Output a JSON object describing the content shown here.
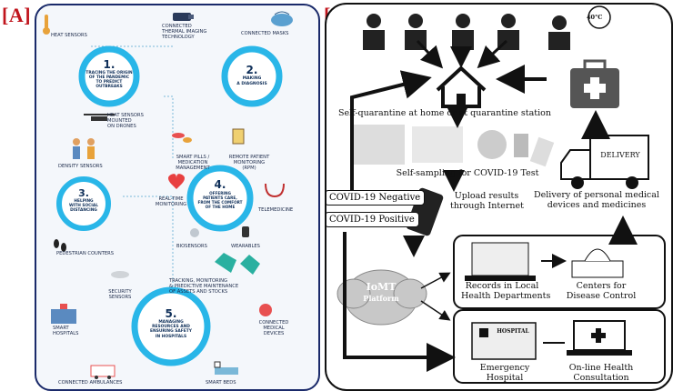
{
  "panel_a": {
    "tag": "[A]",
    "heat_sensors": "Heat sensors",
    "thermal": [
      "Connected",
      "thermal imaging",
      "technology"
    ],
    "connected_masks": "Connected masks",
    "c1": {
      "num": "1.",
      "lines": [
        "Tracing the origin",
        "of the pandemic",
        "to predict",
        "outbreaks"
      ]
    },
    "c2": {
      "num": "2.",
      "lines": [
        "Making",
        "a diagnosis"
      ]
    },
    "drones": [
      "Heat sensors",
      "mounted",
      "on drones"
    ],
    "density": "Density sensors",
    "smart_pills": [
      "Smart pills /",
      "medication",
      "management"
    ],
    "rpm": [
      "Remote patient",
      "monitoring",
      "(RPM)"
    ],
    "c3": {
      "num": "3.",
      "lines": [
        "Helping",
        "with social",
        "distancing"
      ]
    },
    "c4": {
      "num": "4.",
      "lines": [
        "Offering",
        "patients care,",
        "from the comfort",
        "of the home"
      ]
    },
    "realtime": [
      "Real-time",
      "monitoring"
    ],
    "telemedicine": "Telemedicine",
    "pedestrian": "Pedestrian counters",
    "biosensors": "Biosensors",
    "wearables": "Wearables",
    "security": [
      "Security",
      "sensors"
    ],
    "tracking": [
      "Tracking, monitoring",
      "& predictive maintenance",
      "of assets and stocks"
    ],
    "c5": {
      "num": "5.",
      "lines": [
        "Managing",
        "resources and",
        "ensuring safety",
        "in hospitals"
      ]
    },
    "smart_hospitals": [
      "Smart",
      "hospitals"
    ],
    "connected_devices": [
      "Connected",
      "medical",
      "devices"
    ],
    "ambulances": "Connected ambulances",
    "smart_beds": "Smart beds"
  },
  "panel_b": {
    "tag": "[B]",
    "fever_label": "40°C",
    "self_quarantine": "Self-quarantine at home or at quarantine station",
    "self_sampling": "Self-sampling for COVID-19 Test",
    "upload": [
      "Upload results",
      "through Internet"
    ],
    "delivery_truck": "DELIVERY",
    "delivery_text": [
      "Delivery of personal medical",
      "devices and medicines"
    ],
    "covid_negative": "COVID-19 Negative",
    "covid_positive": "COVID-19 Positive",
    "iomt": [
      "IoMT",
      "Platform"
    ],
    "records": [
      "Records in Local",
      "Health Departments"
    ],
    "cdc": [
      "Centers for",
      "Disease Control"
    ],
    "hospital_sign": "HOSPITAL",
    "emergency": [
      "Emergency",
      "Hospital"
    ],
    "online": [
      "On-line Health",
      "Consultation"
    ]
  },
  "colors": {
    "tag_red": "#c0141c",
    "circle_blue": "#29b6e8",
    "navy": "#1a2a6a"
  }
}
